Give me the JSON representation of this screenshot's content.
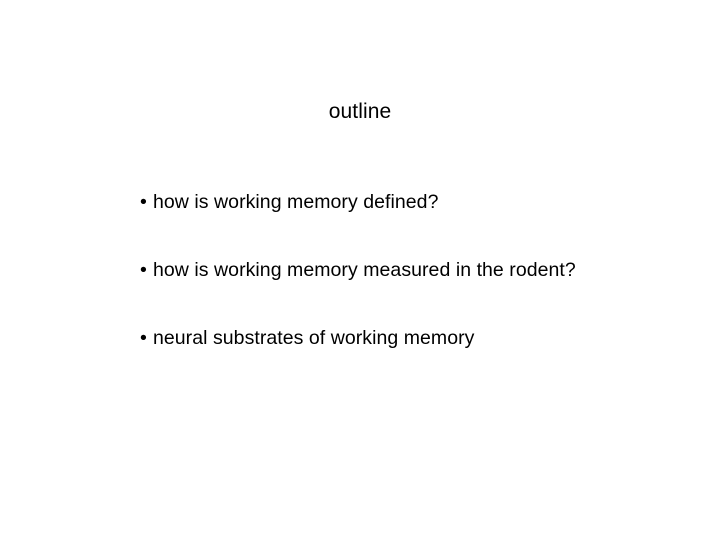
{
  "slide": {
    "title": "outline",
    "bullet_marker": "•",
    "bullets": [
      {
        "text": "how is working memory defined?"
      },
      {
        "text": "how is working memory measured in the rodent?"
      },
      {
        "text": "neural substrates of working memory"
      }
    ],
    "colors": {
      "background": "#ffffff",
      "text": "#000000"
    }
  }
}
